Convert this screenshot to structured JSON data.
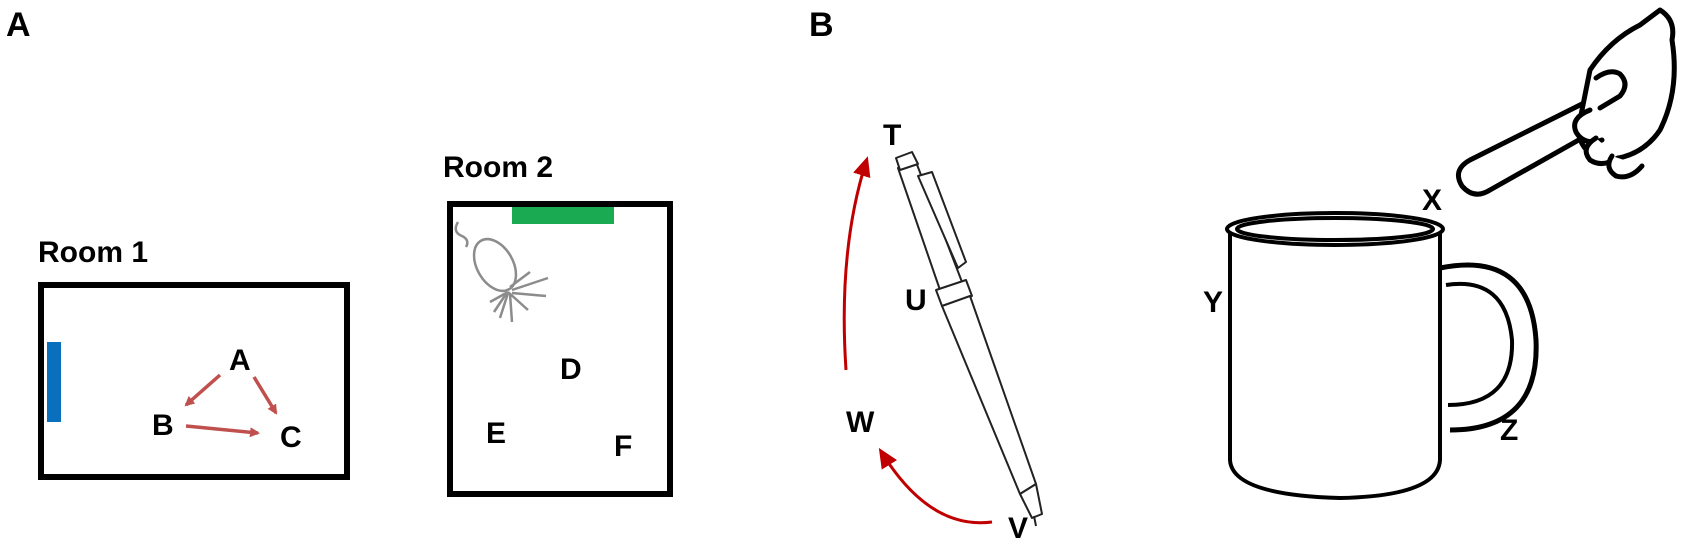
{
  "panel_a": {
    "label": "A",
    "room1": {
      "title": "Room 1",
      "points": [
        "A",
        "B",
        "C"
      ],
      "cue_color": "#0a6fbd",
      "arrow_color": "#c0504d"
    },
    "room2": {
      "title": "Room 2",
      "points": [
        "D",
        "E",
        "F"
      ],
      "cue_color": "#1aab52",
      "mouse_color": "#8c8c8c"
    }
  },
  "panel_b": {
    "label": "B",
    "pen_points": [
      "T",
      "U",
      "W",
      "V"
    ],
    "mug_points": [
      "X",
      "Y",
      "Z"
    ],
    "arrow_color": "#c00000"
  }
}
